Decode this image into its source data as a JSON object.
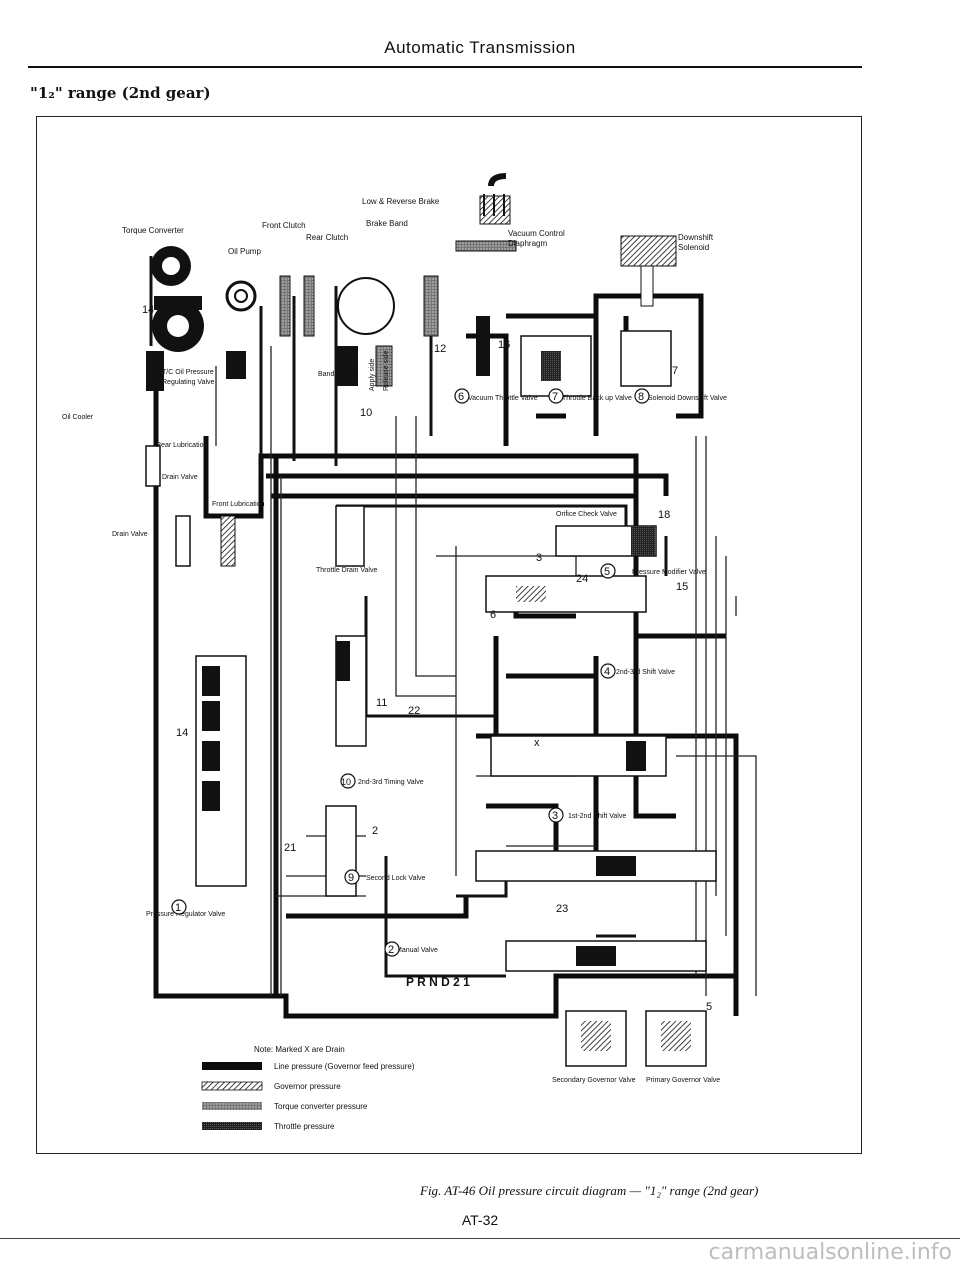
{
  "header": {
    "title": "Automatic Transmission"
  },
  "section": {
    "heading": "\"1₂\" range (2nd gear)"
  },
  "labels": {
    "torque_converter": "Torque Converter",
    "front_clutch": "Front Clutch",
    "oil_pump": "Oil Pump",
    "rear_clutch": "Rear Clutch",
    "low_reverse_brake": "Low & Reverse Brake",
    "brake_band": "Brake Band",
    "vacuum_control": "Vacuum Control",
    "diaphragm": "Diaphragm",
    "downshift_solenoid_1": "Downshift",
    "downshift_solenoid_2": "Solenoid",
    "tc_regulator_1": "T/C Oil Pressure",
    "tc_regulator_2": "Regulating Valve",
    "oil_cooler": "Oil Cooler",
    "rear_lubrication": "Rear Lubrication",
    "drain_valve_small": "Drain Valve",
    "drain_valve": "Drain Valve",
    "front_lubrication": "Front Lubrication",
    "band_servo": "Band Servo",
    "apply_side": "Apply side",
    "release_side": "Release side",
    "vacuum_throttle_valve": "Vacuum Throttle Valve",
    "throttle_backup_valve": "Throttle Back up Valve",
    "solenoid_downshift_valve": "Solenoid Downshift Valve",
    "orifice_check_valve": "Orifice Check Valve",
    "pressure_modifier_valve": "Pressure Modifier Valve",
    "throttle_drain_valve": "Throttle Drain Valve",
    "shift_2_3_valve": "2nd-3rd Shift Valve",
    "timing_2_3_valve": "2nd-3rd Timing Valve",
    "shift_1_2_valve": "1st-2nd Shift Valve",
    "second_lock_valve": "Second Lock Valve",
    "pressure_regulator_valve": "Pressure Regulator Valve",
    "manual_valve": "Manual Valve",
    "prnd": "P R N D 2 1",
    "secondary_governor_valve": "Secondary Governor Valve",
    "primary_governor_valve": "Primary Governor Valve"
  },
  "circled_numbers": {
    "n1": "1",
    "n2": "2",
    "n3": "3",
    "n4": "4",
    "n5": "5",
    "n6": "6",
    "n7": "7",
    "n8": "8",
    "n9": "9",
    "n10": "10"
  },
  "port_numbers": {
    "p14": "14",
    "p12": "12",
    "p10": "10",
    "p16": "16",
    "p7": "7",
    "p3": "3",
    "p24": "24",
    "p6": "6",
    "p22": "22",
    "p11": "11",
    "p18": "18",
    "p15": "15",
    "p21": "21",
    "p23": "23",
    "p2": "2",
    "p5": "5",
    "x": "x"
  },
  "legend": {
    "note": "Note: Marked X are Drain",
    "items": [
      {
        "label": "Line pressure (Governor feed pressure)",
        "pattern": "solid"
      },
      {
        "label": "Governor pressure",
        "pattern": "hatched"
      },
      {
        "label": "Torque converter pressure",
        "pattern": "stippled"
      },
      {
        "label": "Throttle pressure",
        "pattern": "dense"
      }
    ]
  },
  "caption": "Fig. AT-46 Oil pressure circuit diagram — \"1₂\" range (2nd gear)",
  "page_number": "AT-32",
  "watermark": "carmanualsonline.info"
}
